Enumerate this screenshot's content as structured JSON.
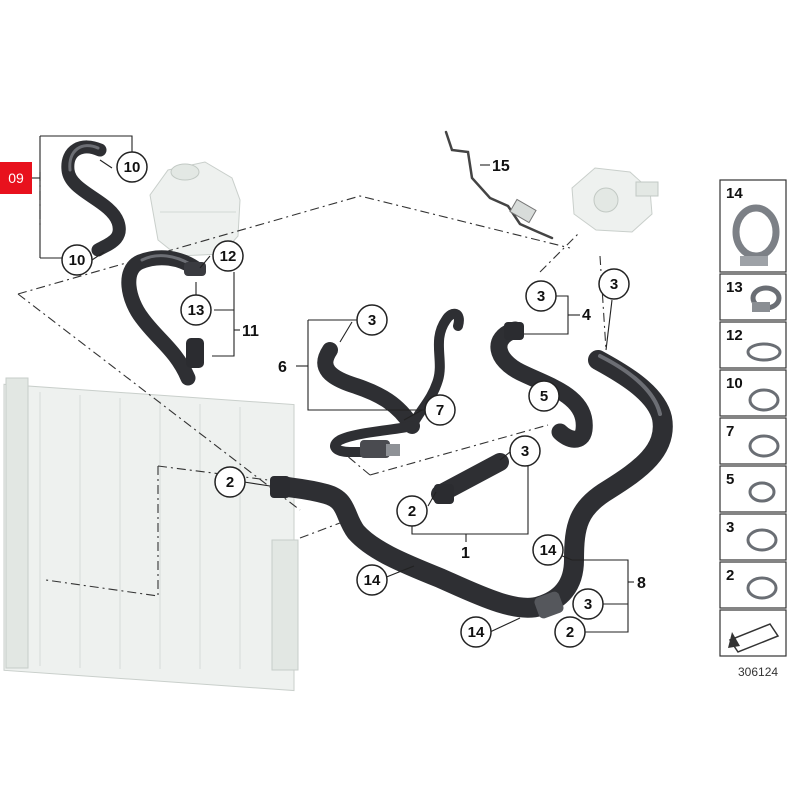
{
  "diagram": {
    "group_tag": "09",
    "reference_number": "306124",
    "callouts": {
      "c10a": "10",
      "c10b": "10",
      "c12": "12",
      "c13": "13",
      "c3a": "3",
      "c3b": "3",
      "c3c": "3",
      "c3d": "3",
      "c3e": "3",
      "c5": "5",
      "c7": "7",
      "c2a": "2",
      "c2b": "2",
      "c2c": "2",
      "c14a": "14",
      "c14b": "14",
      "c14c": "14"
    },
    "group_labels": {
      "g11": "11",
      "g15": "15",
      "g4": "4",
      "g6": "6",
      "g1": "1",
      "g8": "8"
    },
    "legend": [
      "14",
      "13",
      "12",
      "10",
      "7",
      "5",
      "3",
      "2"
    ]
  }
}
